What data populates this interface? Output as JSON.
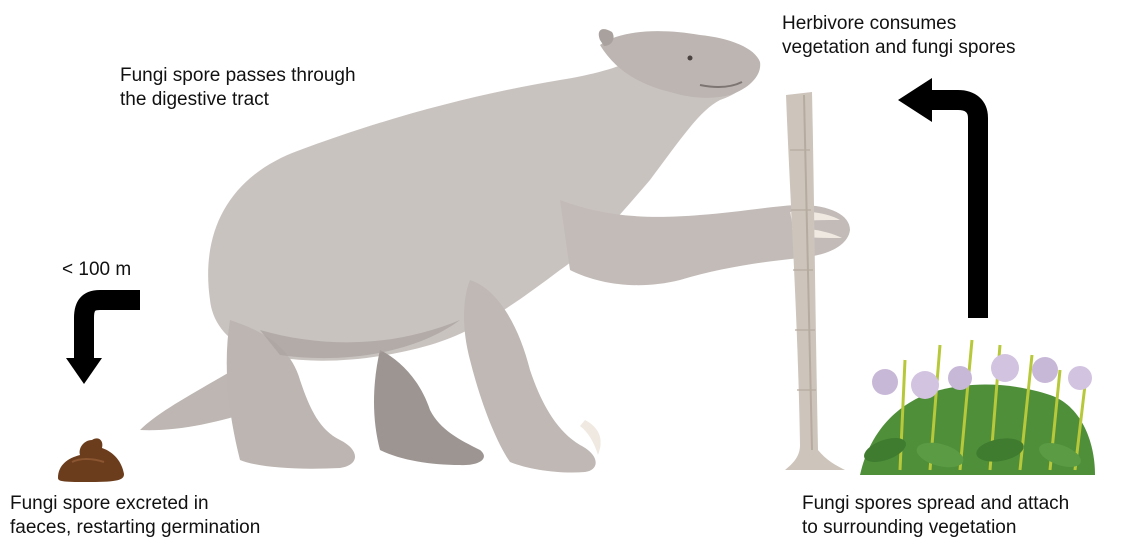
{
  "labels": {
    "digestive": [
      "Fungi spore passes through",
      "the digestive tract"
    ],
    "herbivore": [
      "Herbivore consumes",
      "vegetation and fungi spores"
    ],
    "distance": "< 100 m",
    "excreted": [
      "Fungi spore excreted in",
      "faeces, restarting germination"
    ],
    "spread": [
      "Fungi spores spread and attach",
      "to surrounding vegetation"
    ]
  },
  "colors": {
    "arrow": "#000000",
    "sloth_body": "#c9c3c0",
    "sloth_shade": "#a8a19e",
    "tree_trunk": "#cdc4bb",
    "dung": "#6b3d1c",
    "plant_leaf": "#4f8f3a",
    "plant_grass": "#b7c93a",
    "flower": "#c8b8d8"
  },
  "icons": {
    "animal": "giant-ground-sloth-illustration",
    "tree": "tree-trunk",
    "plant": "flowering-plant-clump",
    "dung": "dung-pile",
    "arrow_right": "curved-arrow-up-left",
    "arrow_left": "curved-arrow-down"
  }
}
